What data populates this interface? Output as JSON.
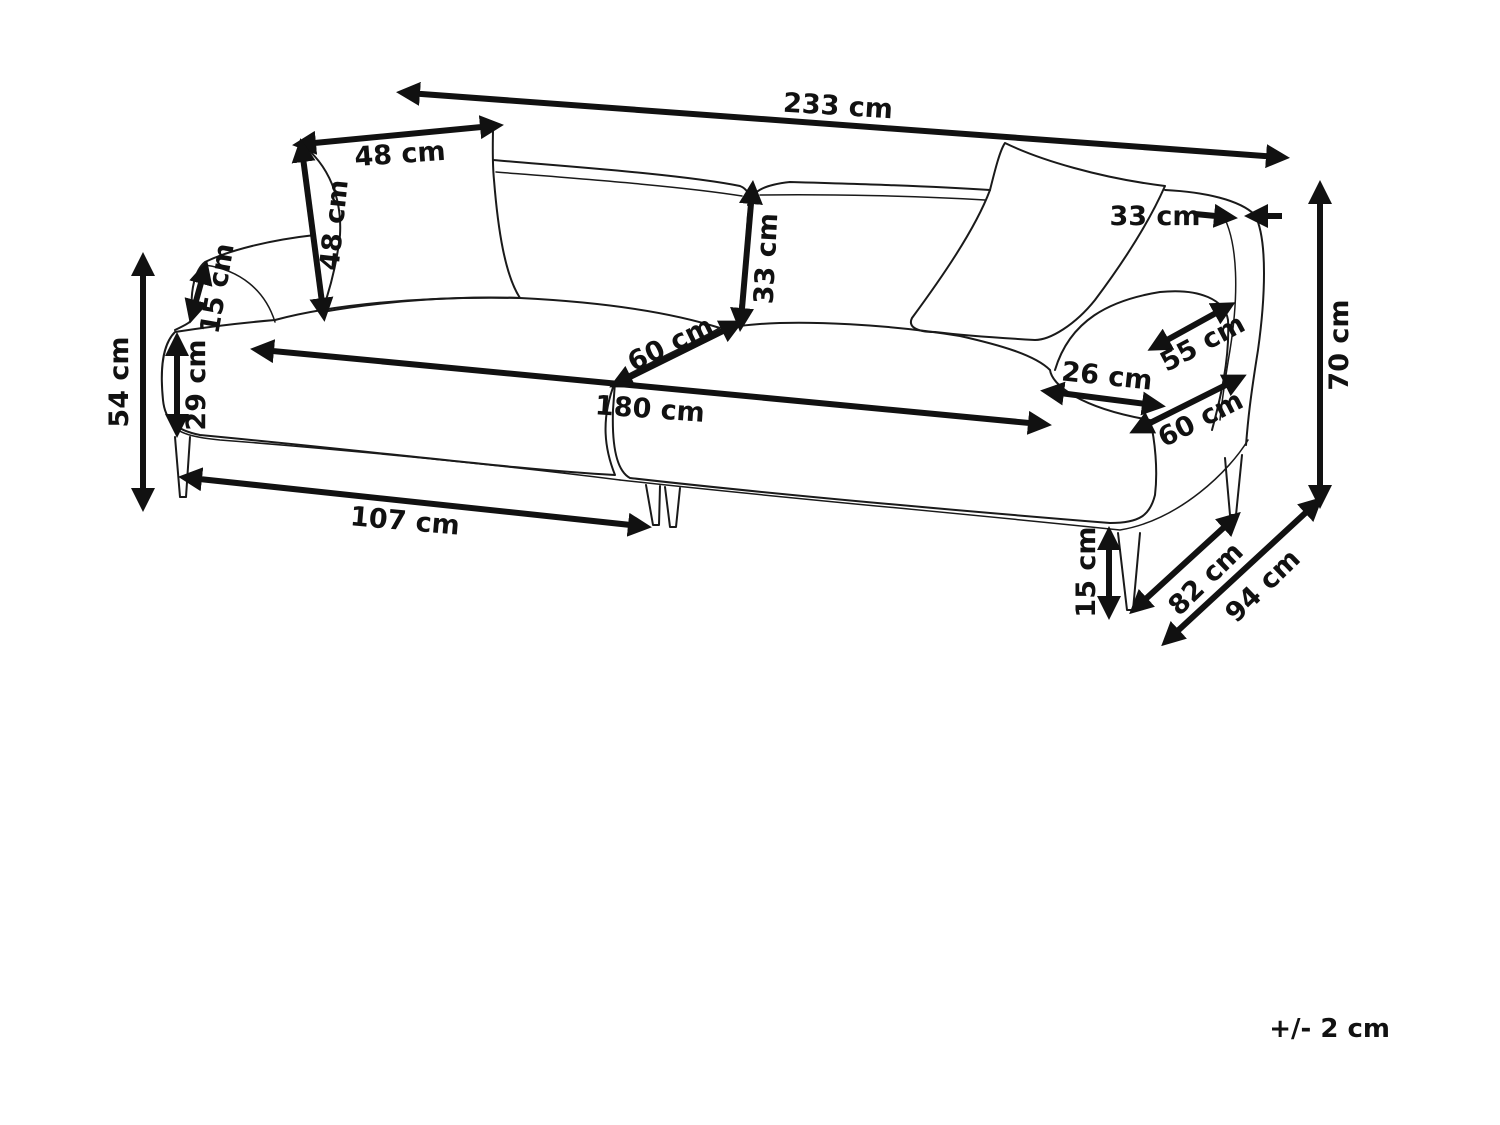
{
  "dimensions": {
    "total_width": "233 cm",
    "pillow_width": "48 cm",
    "pillow_height": "48 cm",
    "backrest_height": "33 cm",
    "armrest_width_top": "33 cm",
    "total_height": "70 cm",
    "armrest_thickness": "15 cm",
    "seat_height": "54 cm",
    "seat_cushion_height": "29 cm",
    "seat_depth": "60 cm",
    "seat_width": "180 cm",
    "armrest_height": "55 cm",
    "armrest_width": "26 cm",
    "armrest_depth": "60 cm",
    "module_width": "107 cm",
    "leg_height": "15 cm",
    "seat_total_depth": "82 cm",
    "total_depth": "94 cm"
  },
  "tolerance": "+/- 2 cm",
  "colors": {
    "line": "#111111",
    "background": "#ffffff"
  }
}
